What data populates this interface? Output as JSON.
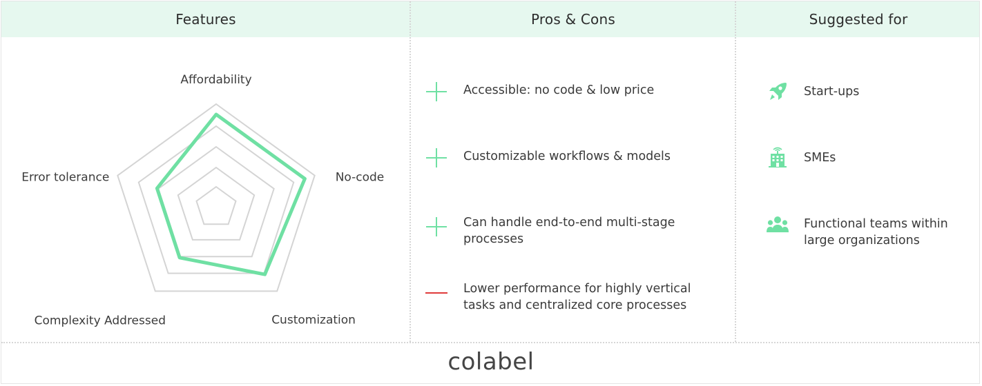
{
  "header": {
    "features_title": "Features",
    "proscons_title": "Pros & Cons",
    "suggested_title": "Suggested for"
  },
  "chart_data": {
    "type": "radar",
    "axes": [
      "Affordability",
      "No-code",
      "Customization",
      "Complexity Addressed",
      "Error tolerance"
    ],
    "rings": 5,
    "series": [
      {
        "values": [
          4.5,
          4.5,
          4.0,
          3.0,
          3.0
        ]
      }
    ],
    "range": [
      0,
      5
    ],
    "colors": {
      "series": "#6fe0a3",
      "grid": "#d4d4d4"
    }
  },
  "proscons": [
    {
      "type": "pro",
      "icon": "plus-icon",
      "text": "Accessible: no code & low price"
    },
    {
      "type": "pro",
      "icon": "plus-icon",
      "text": "Customizable workflows & models"
    },
    {
      "type": "pro",
      "icon": "plus-icon",
      "text": "Can handle end-to-end multi-stage processes"
    },
    {
      "type": "con",
      "icon": "minus-icon",
      "text": "Lower performance for highly vertical tasks and centralized core processes"
    }
  ],
  "suggested": [
    {
      "icon": "rocket-icon",
      "text": "Start-ups"
    },
    {
      "icon": "building-icon",
      "text": "SMEs"
    },
    {
      "icon": "team-icon",
      "text": "Functional teams within large organizations"
    }
  ],
  "colors": {
    "accent": "#6fe0a3",
    "header_bg": "#e6f8ef",
    "con": "#e03a3a"
  },
  "footer": {
    "brand": "colabel"
  }
}
